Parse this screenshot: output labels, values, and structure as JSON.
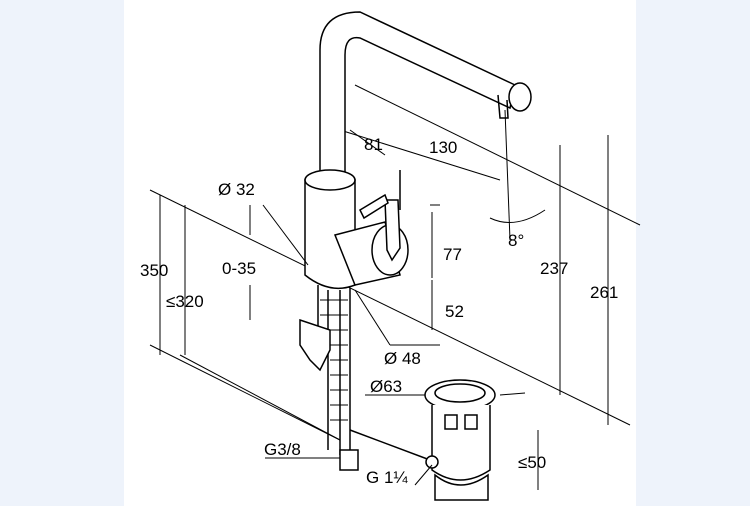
{
  "drawing": {
    "title": "Faucet dimension drawing",
    "dimensions": {
      "spout_reach": "130",
      "handle_offset": "81",
      "body_diameter": "Ø 32",
      "handle_height": "77",
      "spout_angle": "8°",
      "spout_height": "237",
      "total_height": "261",
      "max_height": "350",
      "deck_range": "0-35",
      "max_depth": "≤320",
      "base_height": "52",
      "base_diameter": "Ø 48",
      "drain_diameter": "Ø63",
      "drain_depth": "≤50",
      "supply_thread": "G3/8",
      "drain_thread": "G 1¼"
    }
  }
}
